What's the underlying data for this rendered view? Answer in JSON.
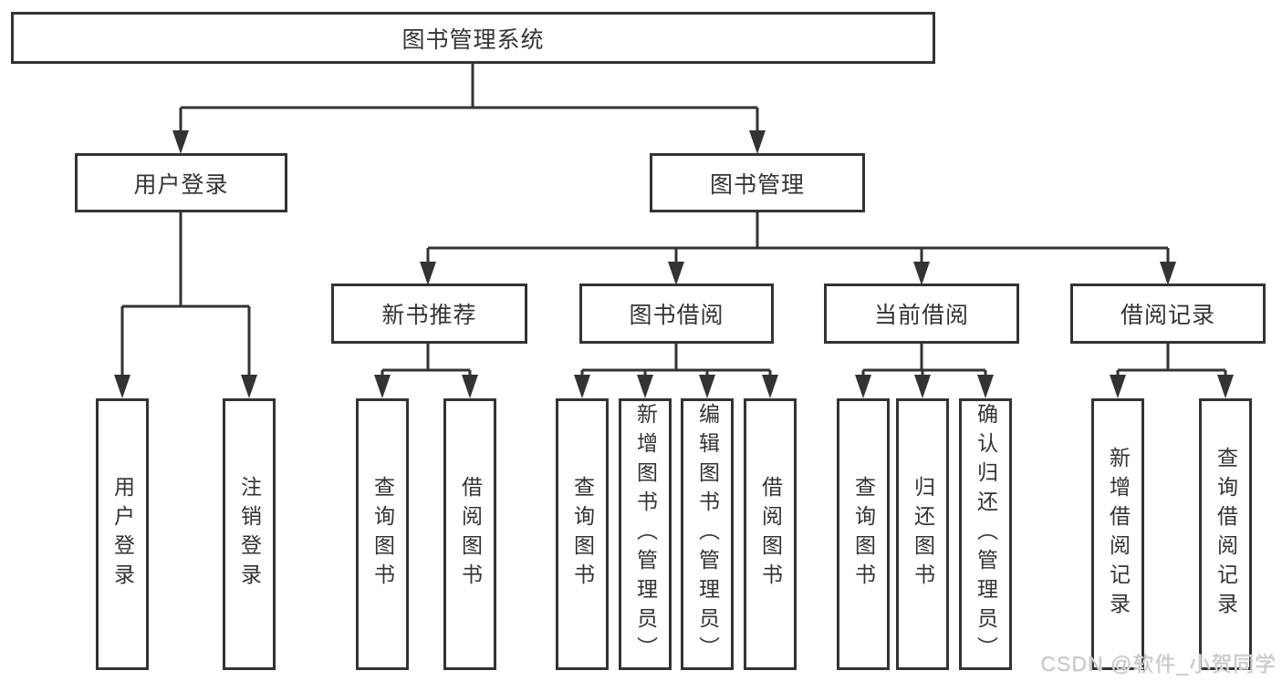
{
  "diagram": {
    "root_label": "图书管理系统",
    "level2": [
      "用户登录",
      "图书管理"
    ],
    "level3": [
      "新书推荐",
      "图书借阅",
      "当前借阅",
      "借阅记录"
    ],
    "level4": [
      "用户登录",
      "注销登录",
      "查询图书",
      "借阅图书",
      "查询图书",
      "新增图书（管理员）",
      "编辑图书（管理员）",
      "借阅图书",
      "查询图书",
      "归还图书",
      "确认归还（管理员）",
      "新增借阅记录",
      "查询借阅记录"
    ]
  },
  "watermark": {
    "text": "CSDN @软件_小贺同学",
    "color": "#c8c8c8"
  },
  "colors": {
    "line": "#333333",
    "border": "#333333",
    "text": "#333333",
    "background": "#ffffff"
  }
}
